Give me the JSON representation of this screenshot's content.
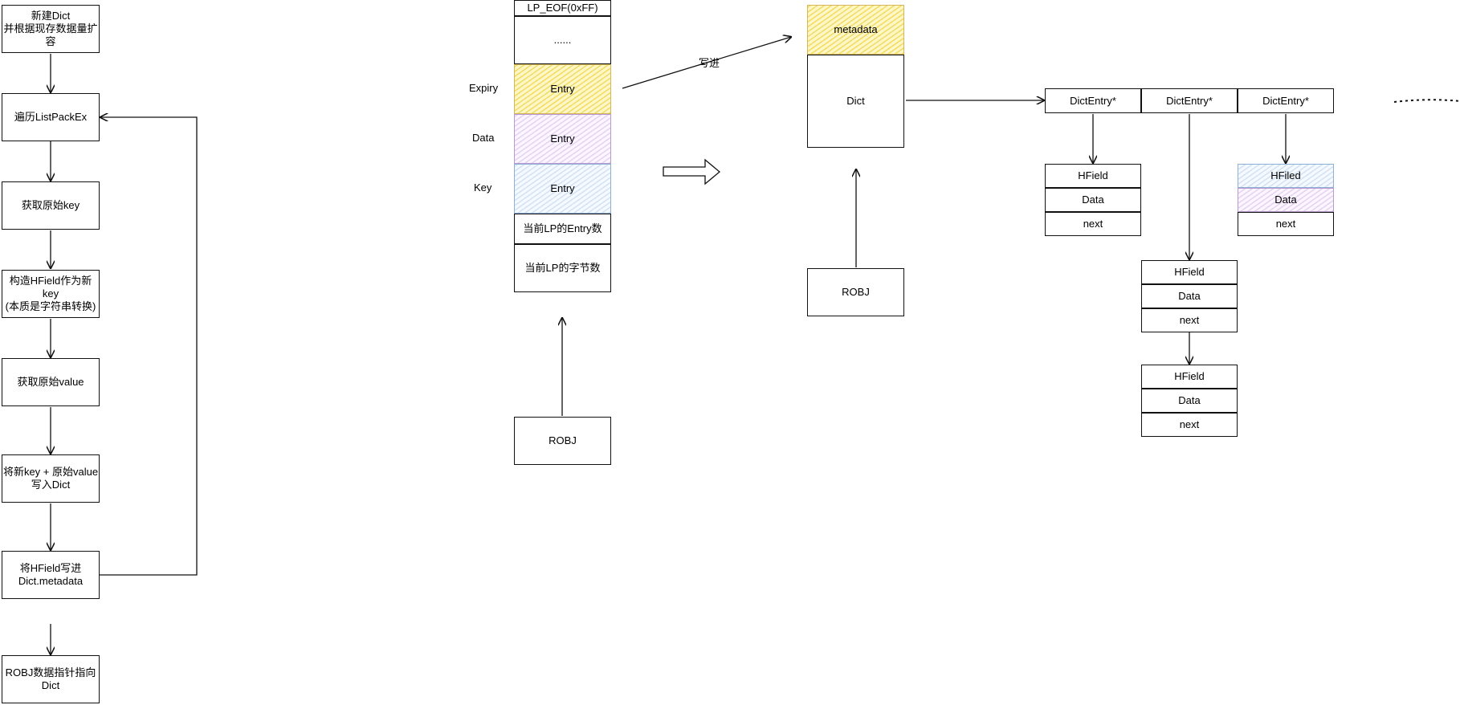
{
  "flow": {
    "steps": [
      "新建Dict\n并根据现存数据量扩容",
      "遍历ListPackEx",
      "获取原始key",
      "构造HField作为新key\n(本质是字符串转换)",
      "获取原始value",
      "将新key + 原始value\n写入Dict",
      "将HField写进\nDict.metadata",
      "ROBJ数据指针指向\nDict"
    ]
  },
  "listpack": {
    "cells": [
      "LP_EOF(0xFF)",
      "......",
      "Entry",
      "Entry",
      "Entry",
      "当前LP的Entry数",
      "当前LP的字节数"
    ],
    "side_labels": [
      "Expiry",
      "Data",
      "Key"
    ],
    "robj": "ROBJ",
    "write_label": "写进"
  },
  "dict": {
    "metadata": "metadata",
    "dict": "Dict",
    "robj": "ROBJ"
  },
  "entries": {
    "headers": [
      "DictEntry*",
      "DictEntry*",
      "DictEntry*"
    ],
    "chain1": [
      "HField",
      "Data",
      "next"
    ],
    "chain2": [
      "HField",
      "Data",
      "next"
    ],
    "chain3": [
      "HField",
      "Data",
      "next"
    ],
    "chain4": [
      "HFiled",
      "Data",
      "next"
    ]
  },
  "colors": {
    "stroke": "#111111",
    "expiry": "#d6b656",
    "data": "#b79ad0",
    "key": "#8fb0d6"
  }
}
